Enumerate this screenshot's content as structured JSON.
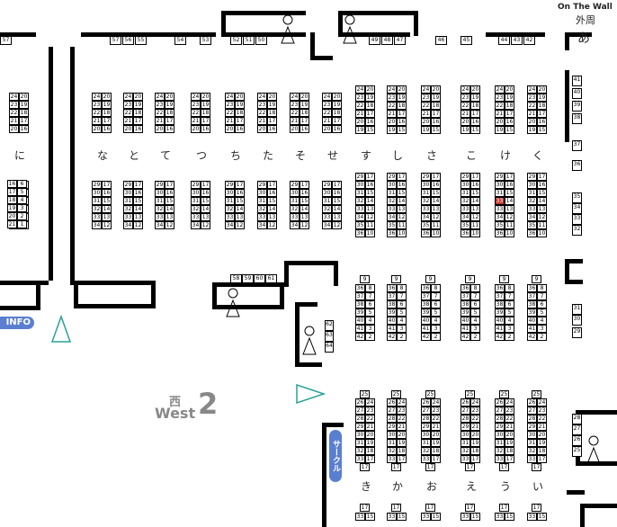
{
  "header": {
    "on_the_wall": "On The Wall",
    "outer": "外周",
    "outer_kana": "あ"
  },
  "area": {
    "kanji": "西",
    "name": "West",
    "number": "2"
  },
  "info_label": "INFO",
  "circle_label": "サークル",
  "wall_numbers_top": [
    "57",
    "57",
    "56",
    "55",
    "54",
    "53",
    "52",
    "51",
    "50",
    "49",
    "48",
    "47",
    "46",
    "45",
    "44",
    "43",
    "42"
  ],
  "wall_numbers_mid": [
    "58",
    "59",
    "60",
    "61"
  ],
  "wall_numbers_side": [
    "62",
    "63",
    "64"
  ],
  "wall_numbers_right": [
    "41",
    "40",
    "39",
    "38",
    "37",
    "36",
    "35",
    "34",
    "33",
    "32",
    "31",
    "30",
    "29",
    "28",
    "27",
    "26",
    "25"
  ],
  "row_kana_top": [
    "に",
    "な",
    "と",
    "て",
    "つ",
    "ち",
    "た",
    "そ",
    "せ",
    "す",
    "し",
    "さ",
    "こ",
    "け",
    "く"
  ],
  "row_kana_bottom": [
    "き",
    "か",
    "お",
    "え",
    "う",
    "い"
  ],
  "highlight": {
    "color": "#c0392b",
    "label": "33"
  },
  "colors": {
    "wall": "#000000",
    "info": "#5a7ed0",
    "arrow": "#2aa198"
  }
}
